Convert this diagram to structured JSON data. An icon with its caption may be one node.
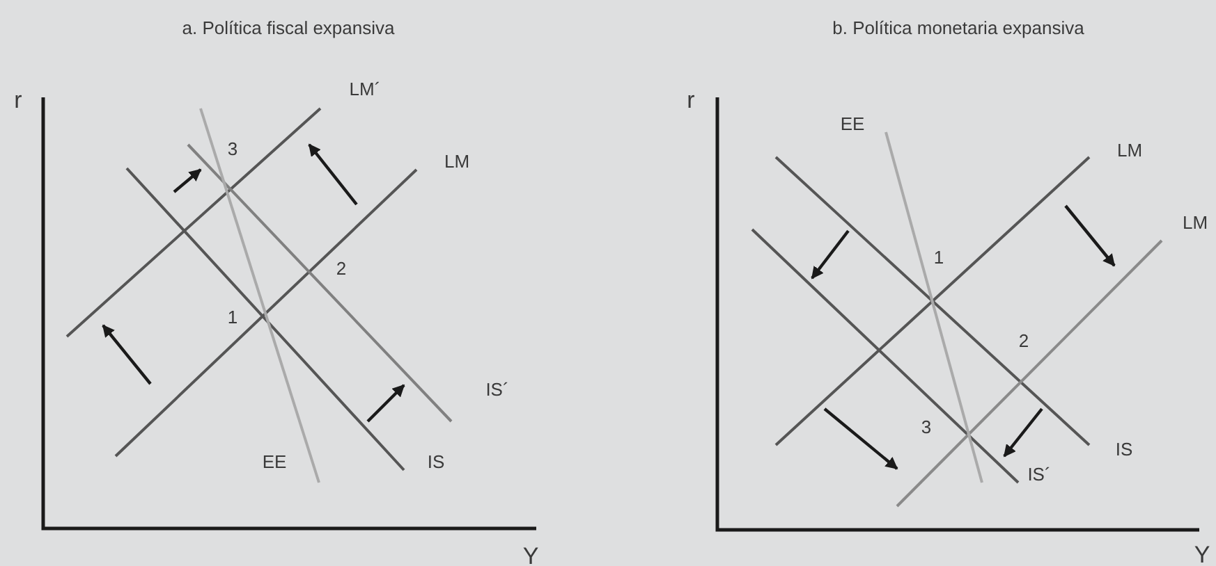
{
  "diagram": {
    "labels": [
      "a. Política fiscal expansiva",
      "b. Política monetaria expansiva",
      "r",
      "LM´",
      "3",
      "LM",
      "2",
      "1",
      "IS´",
      "EE",
      "IS",
      "Y",
      "r",
      "EE",
      "LM",
      "LM",
      "1",
      "2",
      "3",
      "IS",
      "IS´",
      "Y"
    ]
  }
}
